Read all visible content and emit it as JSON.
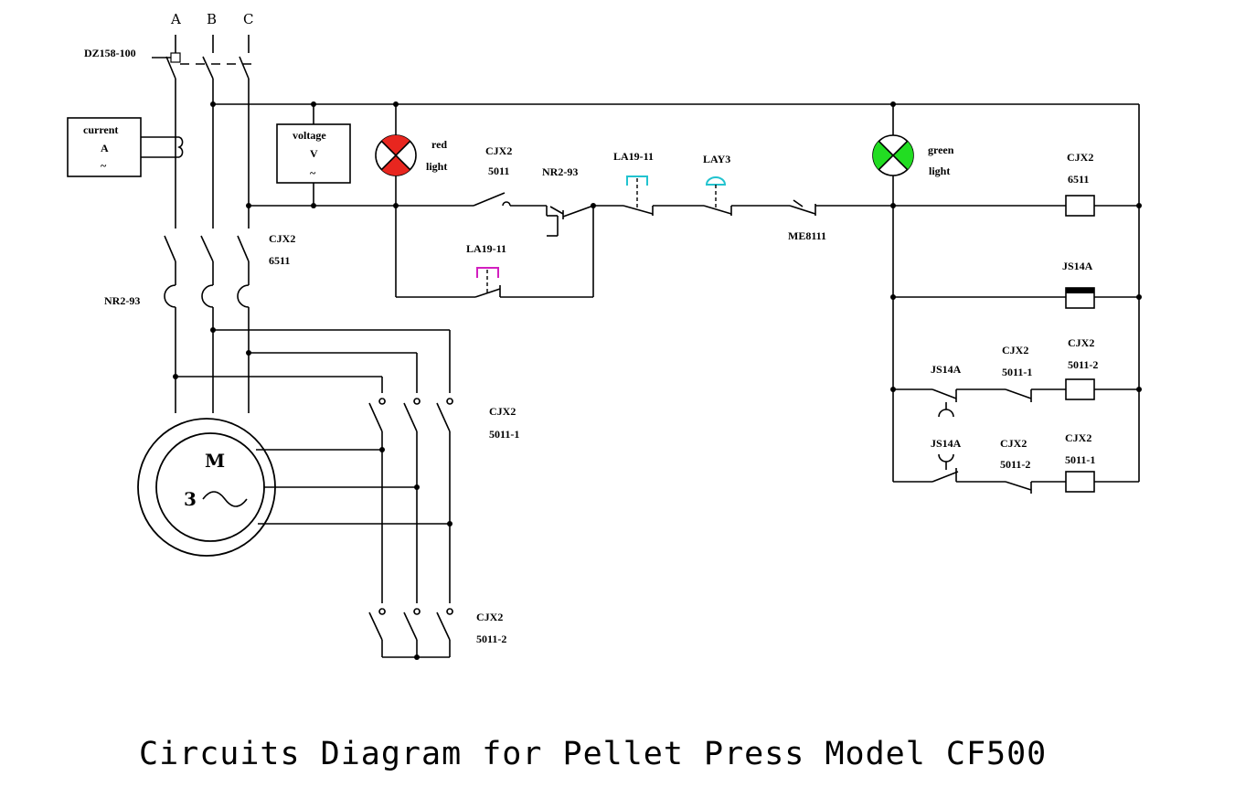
{
  "title": "Circuits Diagram for Pellet Press Model CF500",
  "phases": [
    "A",
    "B",
    "C"
  ],
  "labels": {
    "breaker": "DZ158-100",
    "ammeter_line1": "current",
    "ammeter_line2": "A",
    "ammeter_line3": "~",
    "voltmeter_line1": "voltage",
    "voltmeter_line2": "V",
    "voltmeter_line3": "~",
    "red_light_1": "red",
    "red_light_2": "light",
    "green_light_1": "green",
    "green_light_2": "light",
    "main_contactor_1": "CJX2",
    "main_contactor_2": "6511",
    "overload_main": "NR2-93",
    "contact_cjx2_5011_1": "CJX2",
    "contact_cjx2_5011_2": "5011",
    "overload_ctrl": "NR2-93",
    "btn_la19_top": "LA19-11",
    "btn_la19_bottom": "LA19-11",
    "btn_lay3": "LAY3",
    "limit_me8111": "ME8111",
    "coil_6511_1": "CJX2",
    "coil_6511_2": "6511",
    "timer_coil": "JS14A",
    "timer_contact_1": "JS14A",
    "timer_contact_2": "JS14A",
    "interlock_1a": "CJX2",
    "interlock_1b": "5011-1",
    "interlock_2a": "CJX2",
    "interlock_2b": "5011-2",
    "coil_5011_2_a": "CJX2",
    "coil_5011_2_b": "5011-2",
    "coil_5011_1_a": "CJX2",
    "coil_5011_1_b": "5011-1",
    "rev1_a": "CJX2",
    "rev1_b": "5011-1",
    "rev2_a": "CJX2",
    "rev2_b": "5011-2",
    "motor_m": "M",
    "motor_3": "3",
    "motor_ac": "~"
  },
  "colors": {
    "red_lamp": "#e8261f",
    "green_lamp": "#22dd22",
    "la19_top_button": "#22c3cf",
    "lay3_button": "#22c3cf",
    "la19_bottom_button": "#d21fbf"
  }
}
